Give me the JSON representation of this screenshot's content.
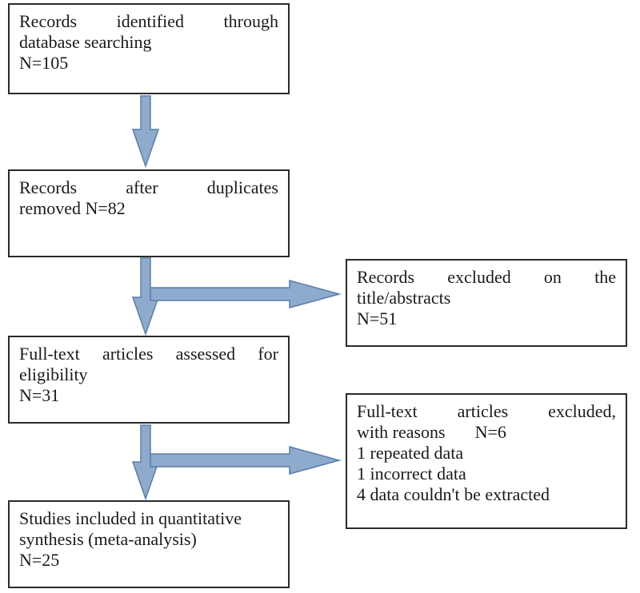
{
  "boxes": {
    "identified": {
      "words1": [
        "Records",
        "identified",
        "through"
      ],
      "line2": "database searching",
      "count": "N=105"
    },
    "after_duplicates": {
      "words1": [
        "Records",
        "after",
        "duplicates"
      ],
      "line2": "removed N=82"
    },
    "excluded_title": {
      "words1": [
        "Records",
        "excluded",
        "on",
        "the"
      ],
      "line2": "title/abstracts",
      "count": "N=51"
    },
    "fulltext_assessed": {
      "words1": [
        "Full-text",
        "articles",
        "assessed",
        "for"
      ],
      "line2": "eligibility",
      "count": "N=31"
    },
    "fulltext_excluded": {
      "words1": [
        "Full-text",
        "articles",
        "excluded,"
      ],
      "line2a": "with reasons",
      "line2b": "N=6",
      "reasons": [
        "1 repeated data",
        "1 incorrect data",
        "4 data couldn't be extracted"
      ]
    },
    "included": {
      "line1": "Studies included in quantitative",
      "line2": "synthesis (meta-analysis)",
      "count": "N=25"
    }
  },
  "colors": {
    "arrow_fill": "#8eaacc",
    "arrow_stroke": "#5a7ea8",
    "border": "#2a2a2a"
  }
}
